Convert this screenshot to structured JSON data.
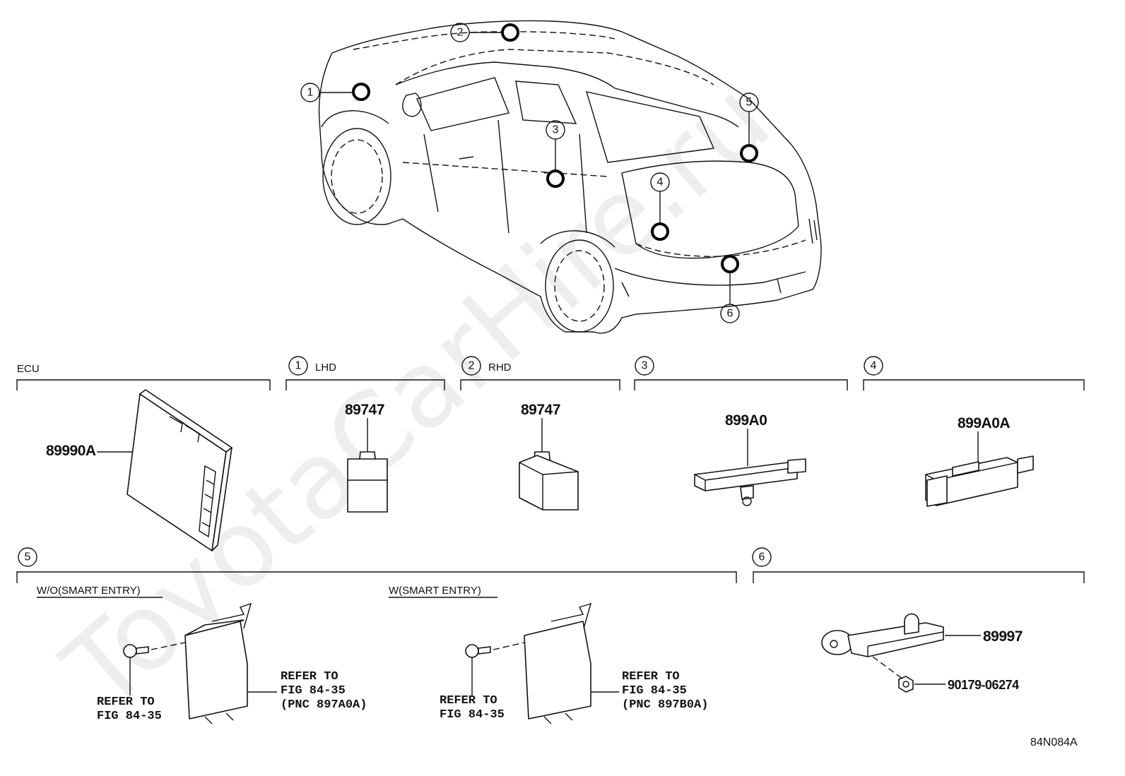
{
  "watermark": "ToyotaCarHire.ru",
  "callout_numbers": [
    "1",
    "2",
    "3",
    "4",
    "5",
    "6"
  ],
  "sections": {
    "ecu": {
      "label": "ECU",
      "part": "89990A"
    },
    "s1": {
      "num": "1",
      "label": "LHD",
      "part": "89747"
    },
    "s2": {
      "num": "2",
      "label": "RHD",
      "part": "89747"
    },
    "s3": {
      "num": "3",
      "part": "899A0"
    },
    "s4": {
      "num": "4",
      "part": "899A0A"
    },
    "s5": {
      "num": "5",
      "left": {
        "label": "W/O(SMART ENTRY)",
        "bolt_ref": [
          "REFER TO",
          "FIG 84-35"
        ],
        "unit_ref": [
          "REFER TO",
          "FIG 84-35",
          "(PNC 897A0A)"
        ]
      },
      "right": {
        "label": "W(SMART ENTRY)",
        "bolt_ref": [
          "REFER TO",
          "FIG 84-35"
        ],
        "unit_ref": [
          "REFER TO",
          "FIG 84-35",
          "(PNC 897B0A)"
        ]
      }
    },
    "s6": {
      "num": "6",
      "part": "89997",
      "nut": "90179-06274"
    }
  },
  "figure_code": "84N084A"
}
